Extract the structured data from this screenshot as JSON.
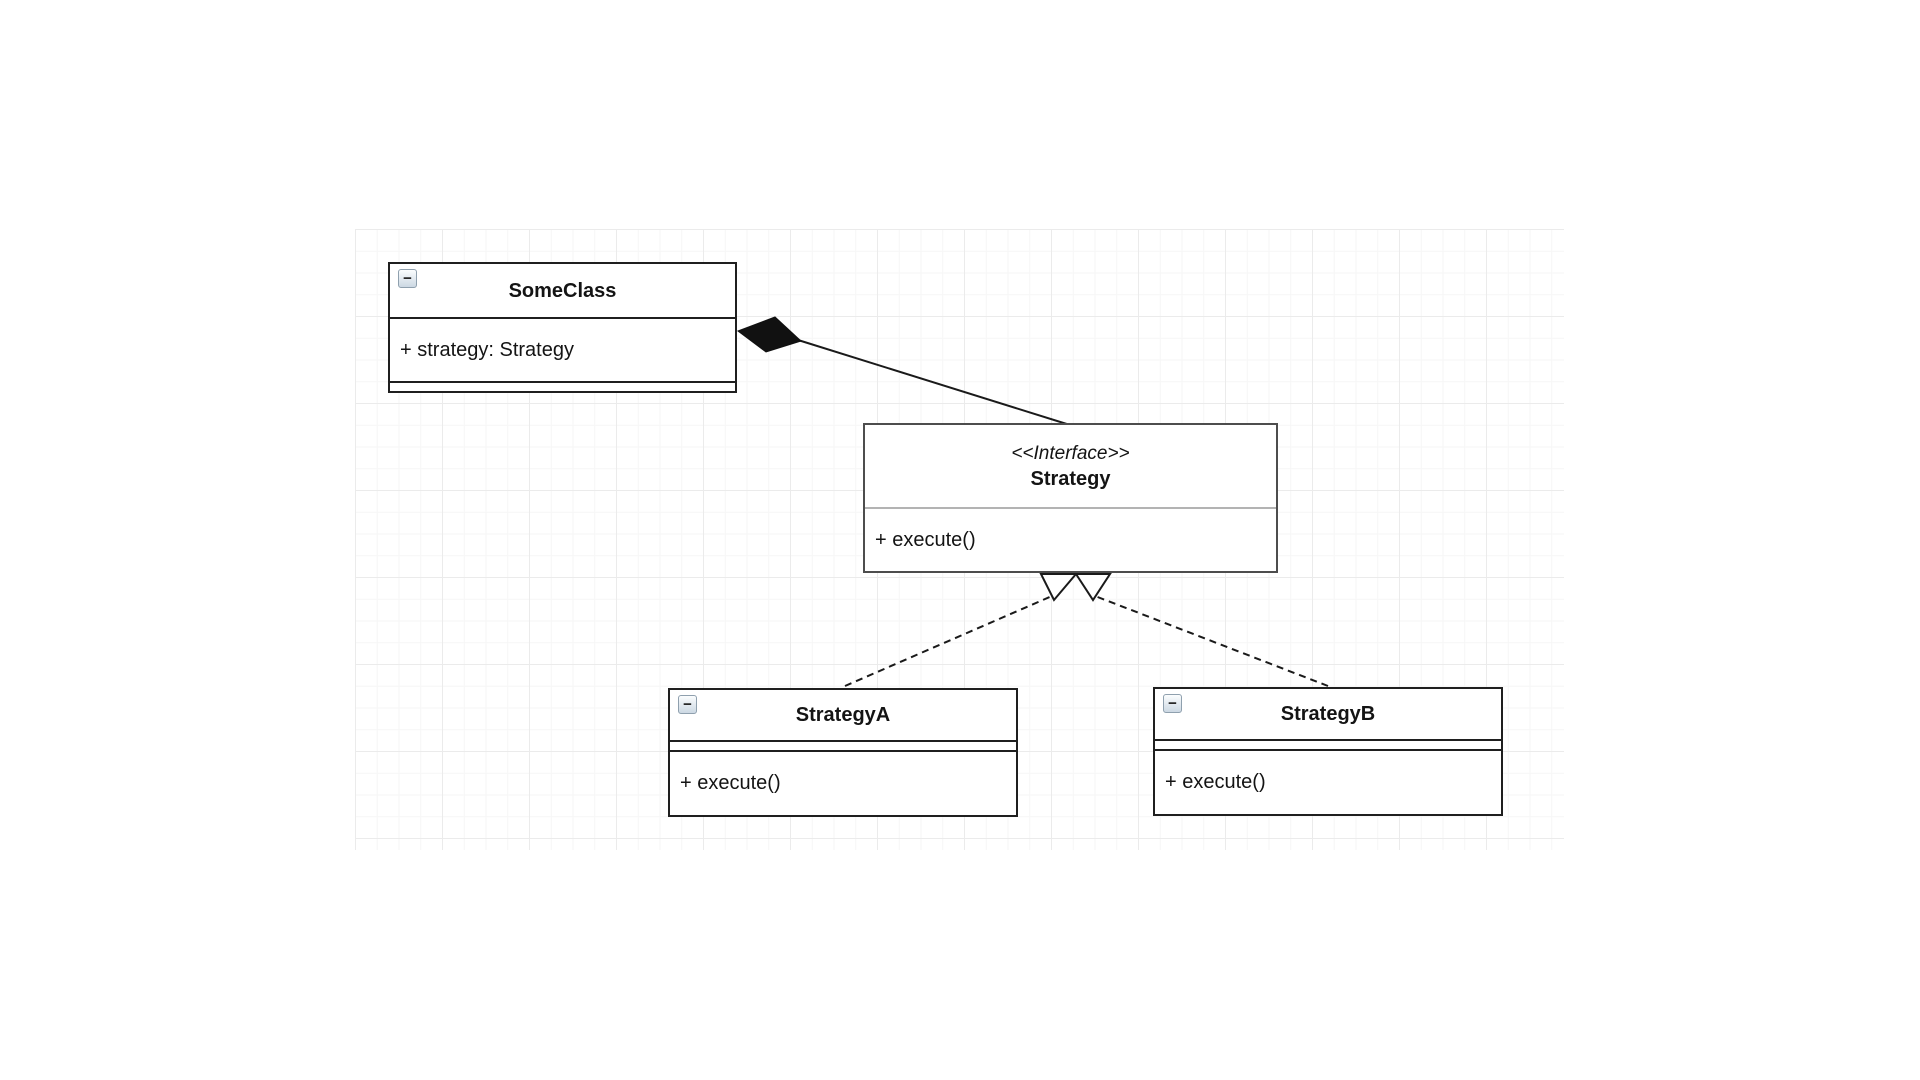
{
  "canvas": {
    "background_color": "#ffffff",
    "grid_minor_color": "#f6f6f6",
    "grid_major_color": "#ebebeb",
    "collapse_icon_glyph": "−"
  },
  "classes": [
    {
      "name": "SomeClass",
      "attributes": [
        "+ strategy: Strategy"
      ],
      "methods": []
    },
    {
      "stereotype": "<<Interface>>",
      "name": "Strategy",
      "attributes": [],
      "methods": [
        "+ execute()"
      ]
    },
    {
      "name": "StrategyA",
      "attributes": [],
      "methods": [
        "+ execute()"
      ]
    },
    {
      "name": "StrategyB",
      "attributes": [],
      "methods": [
        "+ execute()"
      ]
    }
  ],
  "relationships": [
    {
      "type": "composition",
      "from": "SomeClass",
      "to": "Strategy"
    },
    {
      "type": "realization",
      "from": "StrategyA",
      "to": "Strategy"
    },
    {
      "type": "realization",
      "from": "StrategyB",
      "to": "Strategy"
    }
  ],
  "edge_colors": {
    "line": "#1a1a1a",
    "diamond_fill": "#111111",
    "triangle_fill": "#ffffff"
  }
}
